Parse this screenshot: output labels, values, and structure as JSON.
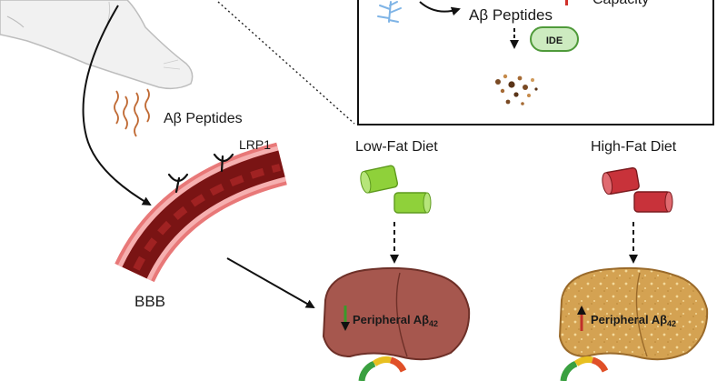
{
  "labels": {
    "peptides_top": "Aβ Peptides",
    "capacity": "Capacity",
    "ide": "IDE",
    "peptides_left": "Aβ Peptides",
    "lrp1": "LRP1",
    "bbb": "BBB",
    "low_fat": "Low-Fat Diet",
    "high_fat": "High-Fat Diet",
    "peripheral_base": "Peripheral Aβ",
    "peripheral_sub": "42"
  },
  "colors": {
    "low_fat_block": "#8fd13a",
    "high_fat_block": "#c8323a",
    "liver_low": "#a6574e",
    "liver_high": "#d4a252",
    "vessel": "#7a1414",
    "arrow_down": "#3a9a2a",
    "arrow_up": "#c0302a"
  }
}
